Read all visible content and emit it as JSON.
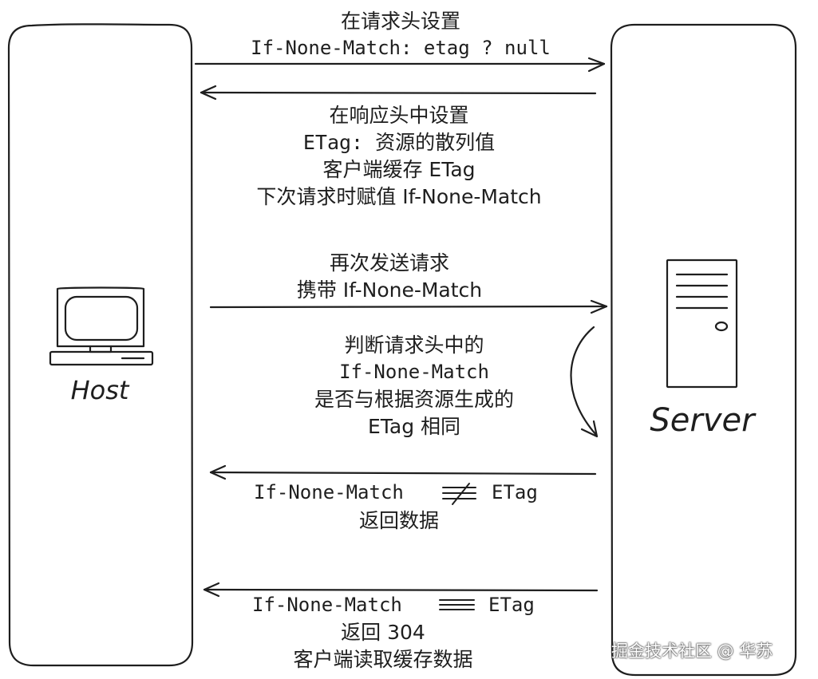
{
  "host": {
    "label": "Host"
  },
  "server": {
    "label": "Server"
  },
  "messages": {
    "m1": {
      "line1": "在请求头设置",
      "line2": "If-None-Match: etag ? null"
    },
    "m2": {
      "line1": "在响应头中设置",
      "line2": "ETag: 资源的散列值",
      "line3": "客户端缓存 ETag",
      "line4": "下次请求时赋值 If-None-Match"
    },
    "m3": {
      "line1": "再次发送请求",
      "line2": "携带 If-None-Match"
    },
    "m4": {
      "line1": "判断请求头中的",
      "line2": "If-None-Match",
      "line3": "是否与根据资源生成的",
      "line4": "ETag 相同"
    },
    "m5": {
      "line1a": "If-None-Match",
      "line1b": "ETag",
      "line2": "返回数据"
    },
    "m6": {
      "line1a": "If-None-Match",
      "line1b": "ETag",
      "line2": "返回 304",
      "line3": "客户端读取缓存数据"
    }
  },
  "watermark": "掘金技术社区 @ 华苏",
  "colors": {
    "stroke": "#1e1e1e",
    "background": "#ffffff"
  }
}
